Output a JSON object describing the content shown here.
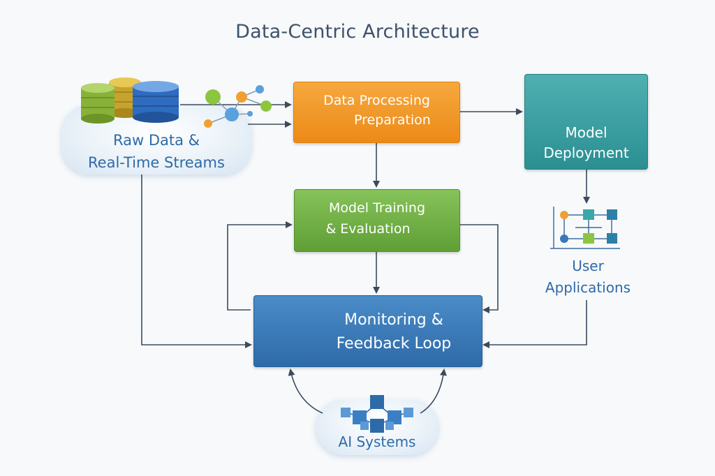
{
  "title": "Data-Centric Architecture",
  "nodes": {
    "raw_data": {
      "line1": "Raw Data &",
      "line2": "Real-Time Streams"
    },
    "processing": {
      "line1": "Data Processing",
      "line2": "Preparation"
    },
    "training": {
      "line1": "Model Training",
      "line2": "& Evaluation"
    },
    "deployment": {
      "line1": "Model",
      "line2": "Deployment"
    },
    "user_apps": {
      "line1": "User",
      "line2": "Applications"
    },
    "monitoring": {
      "line1": "Monitoring &",
      "line2": "Feedback Loop"
    },
    "ai_systems": {
      "label": "AI Systems"
    }
  },
  "colors": {
    "processing": "#ee9223",
    "training": "#6fae45",
    "deployment": "#369c9e",
    "monitoring": "#3a78b8",
    "arrow": "#3d4a5c",
    "text_blue": "#2f6aa8"
  },
  "icons": [
    "database-stack-icon",
    "data-nodes-icon",
    "gears-icon",
    "target-icon",
    "monitor-chart-icon",
    "warning-icon",
    "app-grid-icon",
    "cubes-network-icon"
  ]
}
